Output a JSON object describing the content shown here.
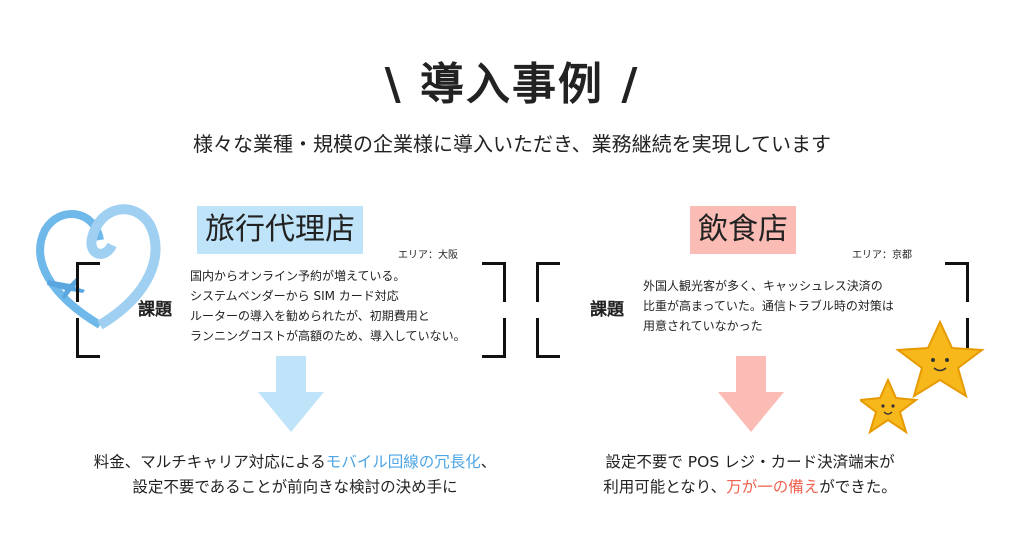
{
  "title": "\\ 導入事例 /",
  "subtitle": "様々な業種・規模の企業様に導入いただき、業務継続を実現しています",
  "cases": [
    {
      "label": "旅行代理店",
      "area": "エリア：大阪",
      "kadai": "課題",
      "lines": [
        "国内からオンライン予約が増えている。",
        "システムベンダーから SIM カード対応",
        "ルーターの導入を勧められたが、初期費用と",
        "ランニングコストが高額のため、導入していない。"
      ],
      "result": {
        "l1a": "料金、マルチキャリア対応による",
        "l1b": "モバイル回線の冗長化",
        "l1c": "、",
        "l2": "設定不要であることが前向きな検討の決め手に"
      },
      "color": "#bfe3f8"
    },
    {
      "label": "飲食店",
      "area": "エリア：京都",
      "kadai": "課題",
      "lines": [
        "外国人観光客が多く、キャッシュレス決済の",
        "比重が高まっていた。通信トラブル時の対策は",
        "用意されていなかった"
      ],
      "result": {
        "l1": "設定不要で POS レジ・カード決済端末が",
        "l2a": "利用可能となり、",
        "l2b": "万が一の備え",
        "l2c": "ができた。"
      },
      "color": "#fbbcb5"
    }
  ]
}
